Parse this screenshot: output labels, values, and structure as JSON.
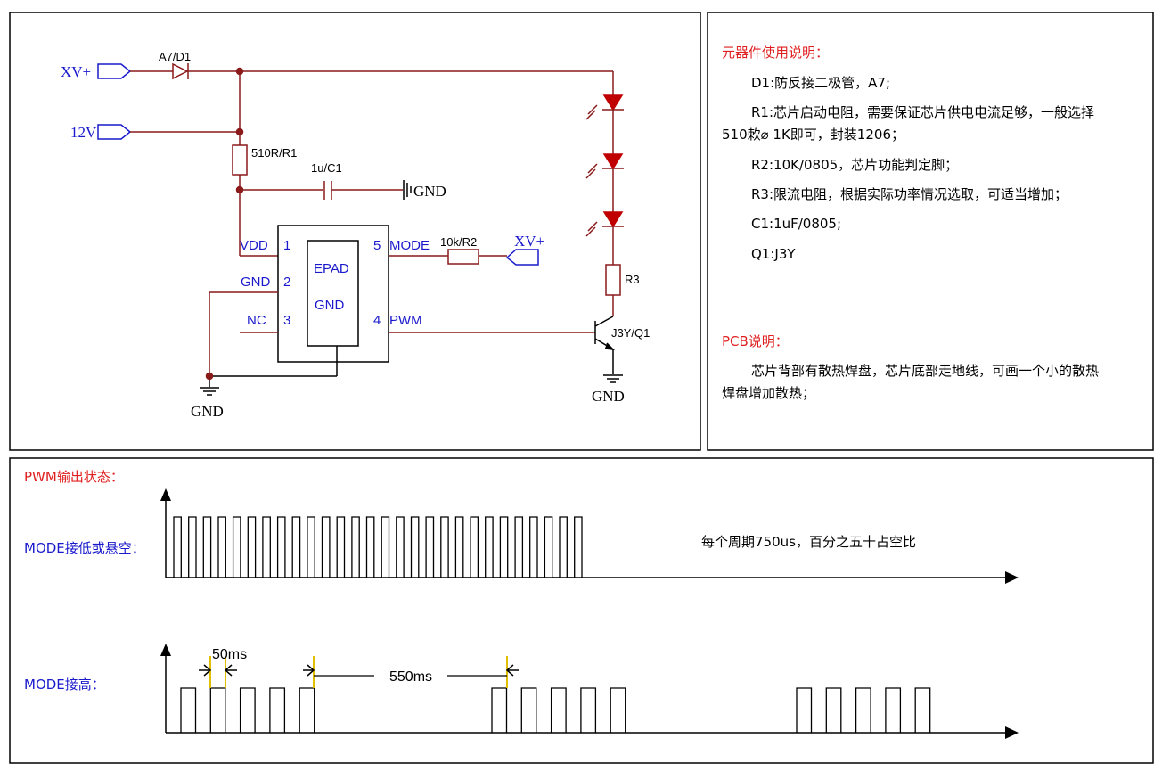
{
  "schematic": {
    "net_xv": "XV+",
    "net_12v": "12V",
    "diode_label": "A7/D1",
    "r1_label": "510R/R1",
    "c1_label": "1u/C1",
    "gnd": "GND",
    "pin1": "1",
    "pin1_name": "VDD",
    "pin2": "2",
    "pin2_name": "GND",
    "pin3": "3",
    "pin3_name": "NC",
    "pin4": "4",
    "pin4_name": "PWM",
    "pin5": "5",
    "pin5_name": "MODE",
    "epad": "EPAD",
    "epad_gnd": "GND",
    "r2_label": "10k/R2",
    "r3_label": "R3",
    "q1_label": "J3Y/Q1",
    "colors": {
      "wire": "#8b1a1a",
      "pin_text": "#1a1acc",
      "led": "#c00000"
    }
  },
  "notes": {
    "components_title": "元器件使用说明：",
    "component_lines": [
      "D1:防反接二极管，A7;",
      "R1:芯片启动电阻，需要保证芯片供电电流足够，一般选择",
      "510欶⌀ 1K即可，封装1206；",
      "R2:10K/0805，芯片功能判定脚；",
      "R3:限流电阻，根据实际功率情况选取，可适当增加；",
      "C1:1uF/0805;",
      "Q1:J3Y"
    ],
    "pcb_title": "PCB说明：",
    "pcb_lines": [
      "芯片背部有散热焊盘，芯片底部走地线，可画一个小的散热",
      "焊盘增加散热；"
    ]
  },
  "waveform": {
    "title": "PWM输出状态：",
    "mode_low_label": "MODE接低或悬空：",
    "mode_low_note": "每个周期750us，百分之五十占空比",
    "mode_low_pulses": 28,
    "mode_high_label": "MODE接高：",
    "mode_high_pulse_width": "50ms",
    "mode_high_gap": "550ms",
    "mode_high_groups": [
      5,
      5,
      5
    ]
  }
}
